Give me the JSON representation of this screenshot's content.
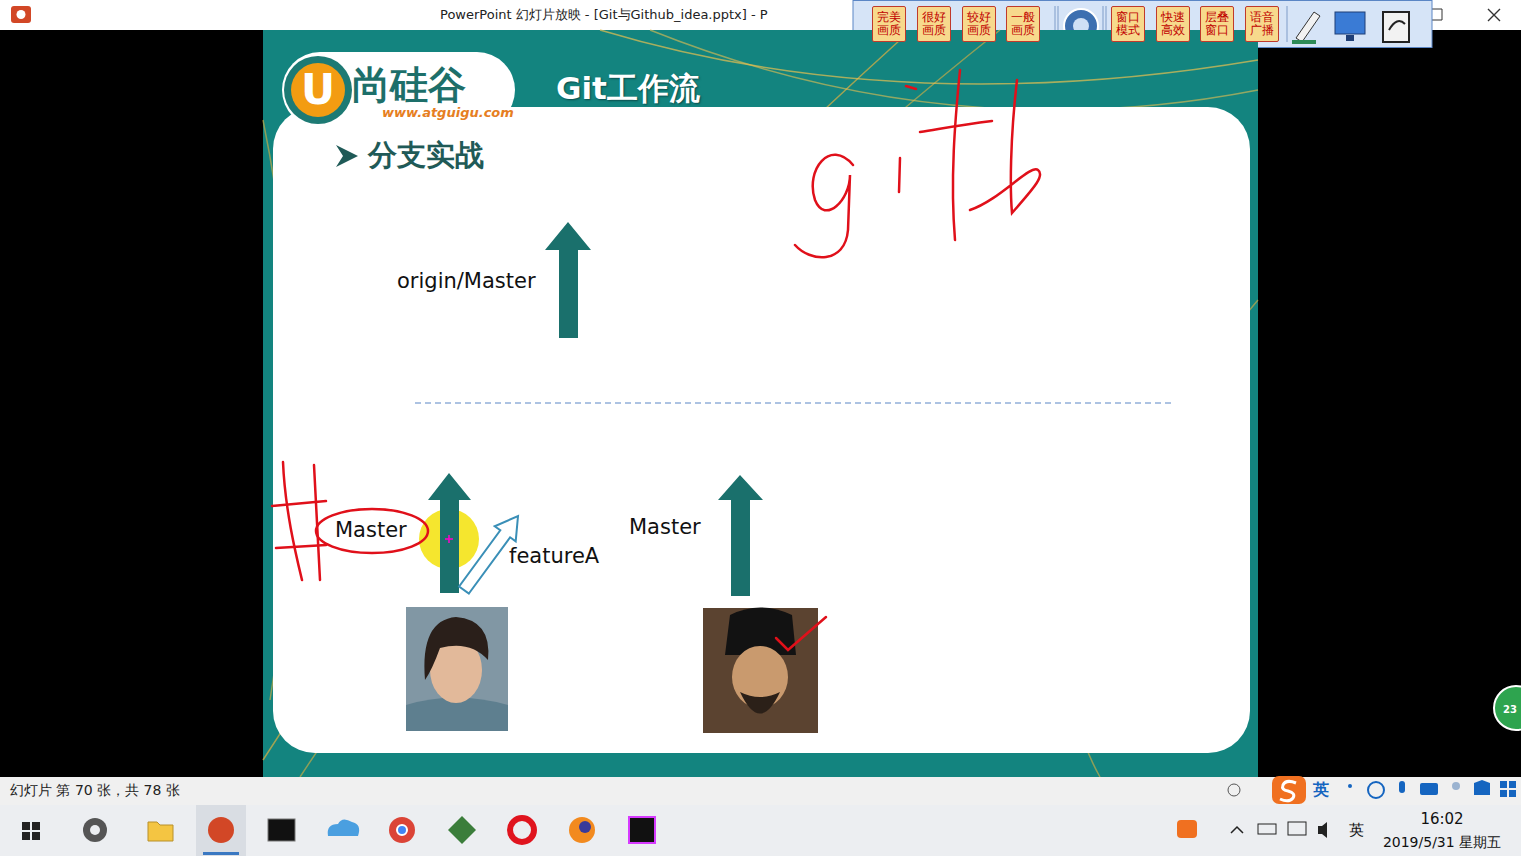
{
  "diagram": {
    "title": "Git工作流",
    "nodes": [
      {
        "text": [
          "完美画质"
        ]
      },
      {
        "text": [
          "很好画质"
        ]
      },
      {
        "text": [
          "较好画质"
        ]
      },
      {
        "text": [
          "一般画质"
        ]
      },
      {
        "text": [
          "窗口模式"
        ]
      },
      {
        "text": [
          "快速高效"
        ]
      },
      {
        "text": [
          "层叠窗口"
        ]
      },
      {
        "text": [
          "语音广播"
        ]
      }
    ],
    "labels": [
      "PowerPoint 幻灯片放映 - [Git与Github_idea.pptx] - P",
      "U",
      "尚硅谷",
      "www.atguigu.com",
      "分支实战",
      "origin/Master",
      "Master",
      "featureA",
      "Master",
      "23",
      "幻灯片 第 70 张，共 78 张",
      "英",
      "英",
      "16:02",
      "2019/5/31 星期五"
    ]
  }
}
